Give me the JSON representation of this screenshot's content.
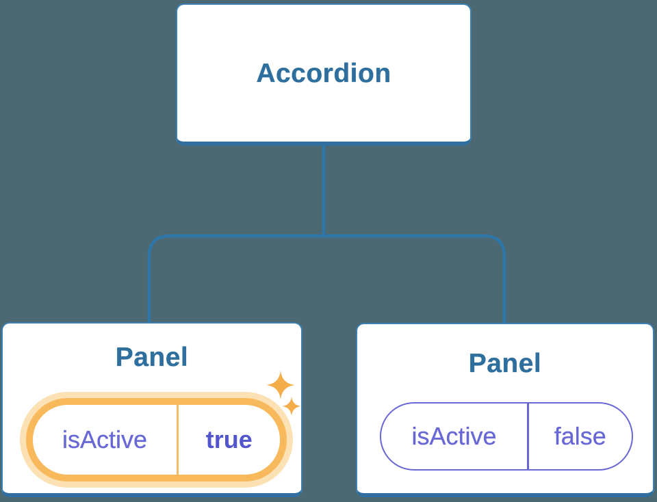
{
  "tree": {
    "root": {
      "label": "Accordion"
    },
    "children": [
      {
        "label": "Panel",
        "state": {
          "key": "isActive",
          "value": "true"
        },
        "active": true,
        "sparkles": true
      },
      {
        "label": "Panel",
        "state": {
          "key": "isActive",
          "value": "false"
        },
        "active": false,
        "sparkles": false
      }
    ]
  },
  "icons": {
    "sparkles_icon": "✦"
  },
  "colors": {
    "background": "#4C6973",
    "node_fill": "#FFFFFF",
    "node_border": "#3C80B3",
    "node_border_bottom": "#306F9F",
    "node_text": "#2E6F9E",
    "connector": "#2E76A8",
    "state_purple": "#6867D6",
    "state_value_active": "#5355CD",
    "active_ring": "#F8B95D",
    "active_halo": "#FBE1B3",
    "active_divider": "#F3BC66",
    "sparkle": "#F3AD4B"
  }
}
